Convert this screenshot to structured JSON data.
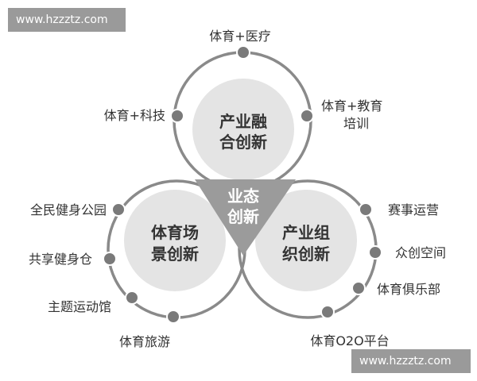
{
  "watermarks": {
    "top": "www.hzzztz.com",
    "bottom": "www.hzzztz.com"
  },
  "center": {
    "line1": "业态",
    "line2": "创新"
  },
  "circles": {
    "top": {
      "line1": "产业融",
      "line2": "合创新"
    },
    "left": {
      "line1": "体育场",
      "line2": "景创新"
    },
    "right": {
      "line1": "产业组",
      "line2": "织创新"
    }
  },
  "nodes": {
    "top_center": "体育+医疗",
    "top_left": "体育+科技",
    "top_right_1": "体育+教育",
    "top_right_2": "培训",
    "left_1": "全民健身公园",
    "left_2": "共享健身仓",
    "left_3": "主题运动馆",
    "left_4": "体育旅游",
    "right_1": "赛事运营",
    "right_2": "众创空间",
    "right_3": "体育俱乐部",
    "right_4": "体育O2O平台"
  },
  "colors": {
    "ring": "#8a8a8a",
    "inner_fill": "#e4e4e4",
    "triangle": "#9b9b9b",
    "dot": "#7a7a7a",
    "text": "#333333"
  }
}
